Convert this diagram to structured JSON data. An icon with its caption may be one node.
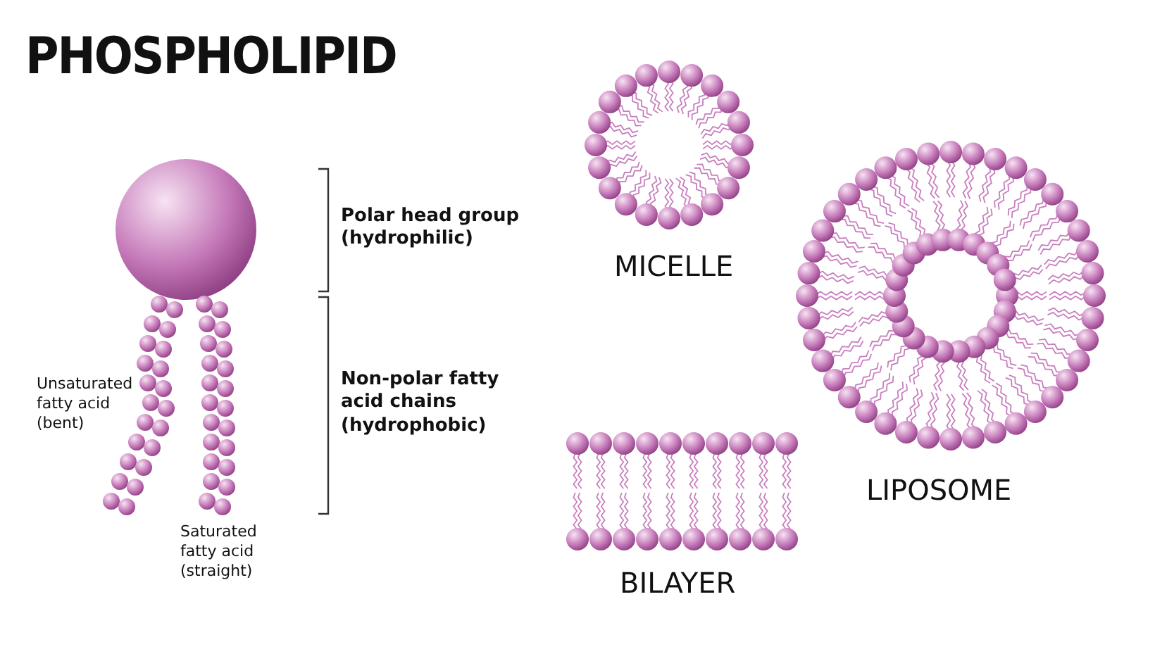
{
  "diagram": {
    "title": "PHOSPHOLIPID",
    "labels": [
      "Polar head group (hydrophilic)",
      "Non-polar fatty acid chains (hydrophobic)",
      "Unsaturated fatty acid (bent)",
      "Saturated fatty acid (straight)",
      "MICELLE",
      "LIPOSOME",
      "BILAYER"
    ]
  }
}
